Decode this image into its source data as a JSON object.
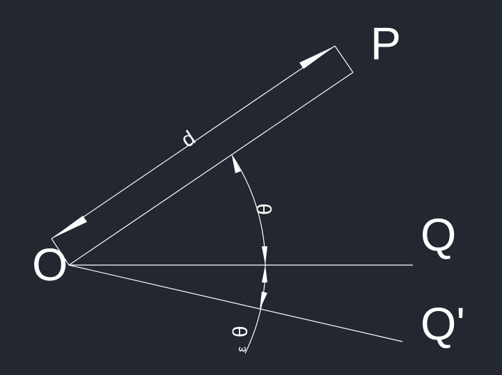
{
  "diagram": {
    "background": "#23272f",
    "stroke_color": "#ffffff",
    "labels": {
      "origin": "O",
      "point": "P",
      "ray": "Q",
      "ray_prime": "Q'",
      "distance": "d",
      "angle": "θ",
      "angle_error_symbol": "θ",
      "angle_error_subscript": "ε"
    }
  }
}
